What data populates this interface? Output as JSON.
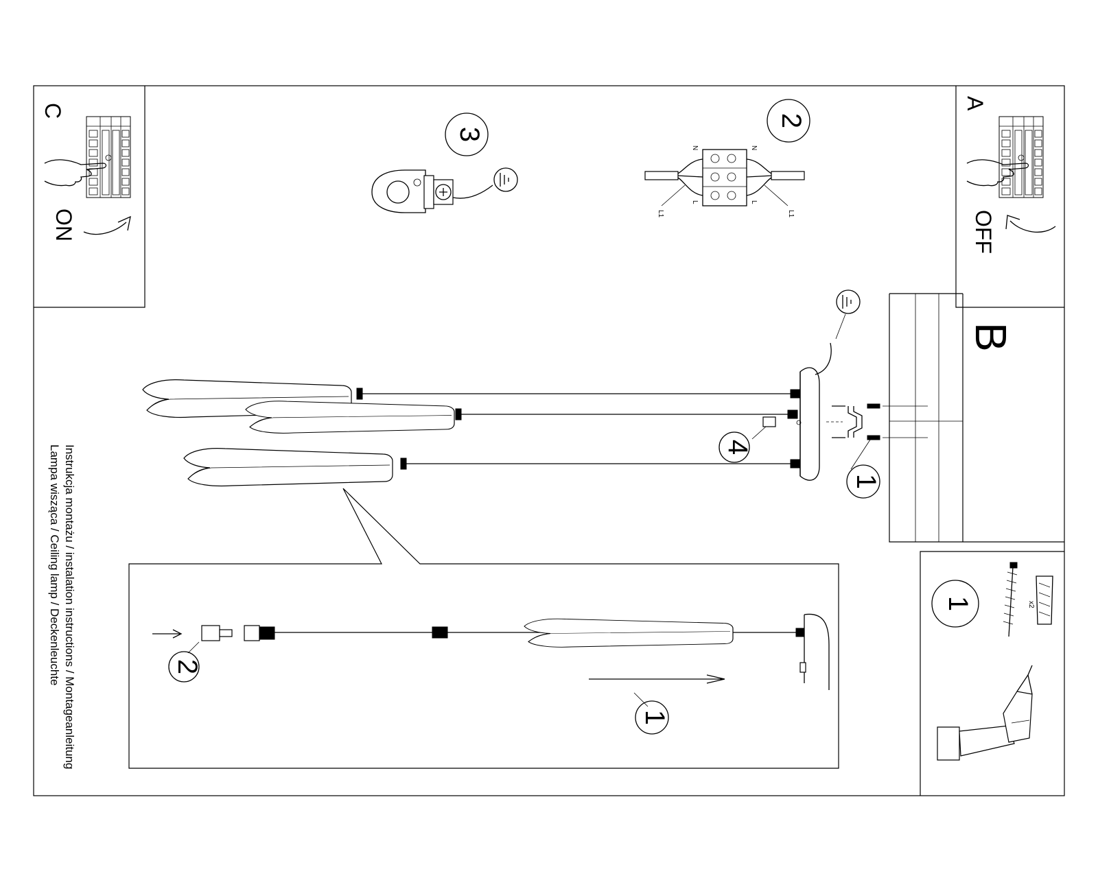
{
  "panels": {
    "a": {
      "letter": "A",
      "switch_state": "OFF"
    },
    "b": {
      "letter": "B"
    },
    "c": {
      "letter": "C",
      "switch_state": "ON"
    }
  },
  "steps": {
    "top_connector": "2",
    "top_ground": "3",
    "main_mount": "1",
    "main_screw": "4",
    "detail_slide": "1",
    "detail_plug": "2",
    "tools": "1"
  },
  "wire_labels": {
    "neutral": "N",
    "phase": "L",
    "phase_out": "L1"
  },
  "tools": {
    "quantity": "x2"
  },
  "caption": {
    "line1": "Instrukcja montażu / instalation instructions / Montageanleitung",
    "line2": "Lampa wisząca / Ceiling lamp / Deckenleuchte"
  }
}
